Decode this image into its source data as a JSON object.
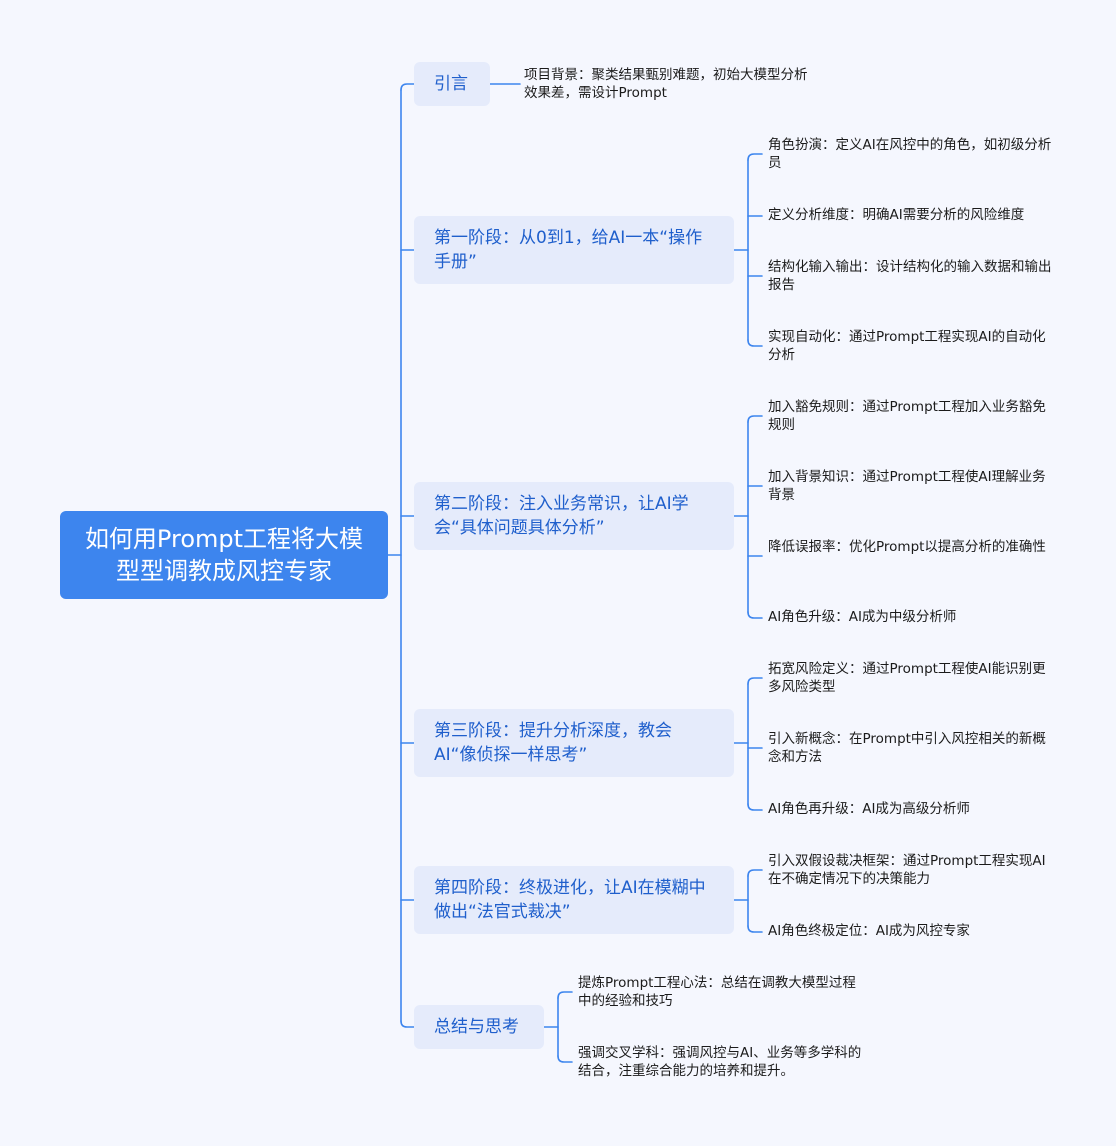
{
  "root": {
    "title": "如何用Prompt工程将大模型型调教成风控专家"
  },
  "branches": [
    {
      "label": "引言",
      "children": [
        "项目背景：聚类结果甄别难题，初始大模型分析效果差，需设计Prompt"
      ]
    },
    {
      "label": "第一阶段：从0到1，给AI一本“操作手册”",
      "children": [
        "角色扮演：定义AI在风控中的角色，如初级分析员",
        "定义分析维度：明确AI需要分析的风险维度",
        "结构化输入输出：设计结构化的输入数据和输出报告",
        "实现自动化：通过Prompt工程实现AI的自动化分析"
      ]
    },
    {
      "label": "第二阶段：注入业务常识，让AI学会“具体问题具体分析”",
      "children": [
        "加入豁免规则：通过Prompt工程加入业务豁免规则",
        "加入背景知识：通过Prompt工程使AI理解业务背景",
        "降低误报率：优化Prompt以提高分析的准确性",
        "AI角色升级：AI成为中级分析师"
      ]
    },
    {
      "label": "第三阶段：提升分析深度，教会AI“像侦探一样思考”",
      "children": [
        "拓宽风险定义：通过Prompt工程使AI能识别更多风险类型",
        "引入新概念：在Prompt中引入风控相关的新概念和方法",
        "AI角色再升级：AI成为高级分析师"
      ]
    },
    {
      "label": "第四阶段：终极进化，让AI在模糊中做出“法官式裁决”",
      "children": [
        "引入双假设裁决框架：通过Prompt工程实现AI在不确定情况下的决策能力",
        "AI角色终极定位：AI成为风控专家"
      ]
    },
    {
      "label": "总结与思考",
      "children": [
        "提炼Prompt工程心法：总结在调教大模型过程中的经验和技巧",
        "强调交叉学科：强调风控与AI、业务等多学科的结合，注重综合能力的培养和提升。"
      ]
    }
  ],
  "colors": {
    "root_fill": "#3d85ee",
    "branch_fill": "#e5ebfb",
    "branch_text": "#1f5fcc",
    "line": "#3d85ee",
    "background": "#f5f7fe"
  }
}
